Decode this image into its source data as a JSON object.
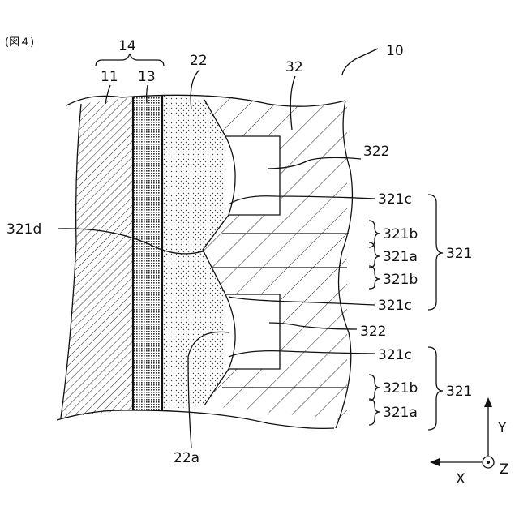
{
  "figure_label": "(図４)",
  "labels": {
    "l14": "14",
    "l11": "11",
    "l13": "13",
    "l22": "22",
    "l32": "32",
    "l10": "10",
    "l322_top": "322",
    "l321c_1": "321c",
    "l321d": "321d",
    "l321b_1": "321b",
    "l321a_1": "321a",
    "l321_1": "321",
    "l321b_2": "321b",
    "l321c_2": "321c",
    "l322_bot": "322",
    "l321c_3": "321c",
    "l321b_3": "321b",
    "l321_2": "321",
    "l321a_2": "321a",
    "l22a": "22a"
  },
  "axes": {
    "y": "Y",
    "x": "X",
    "z": "Z"
  }
}
